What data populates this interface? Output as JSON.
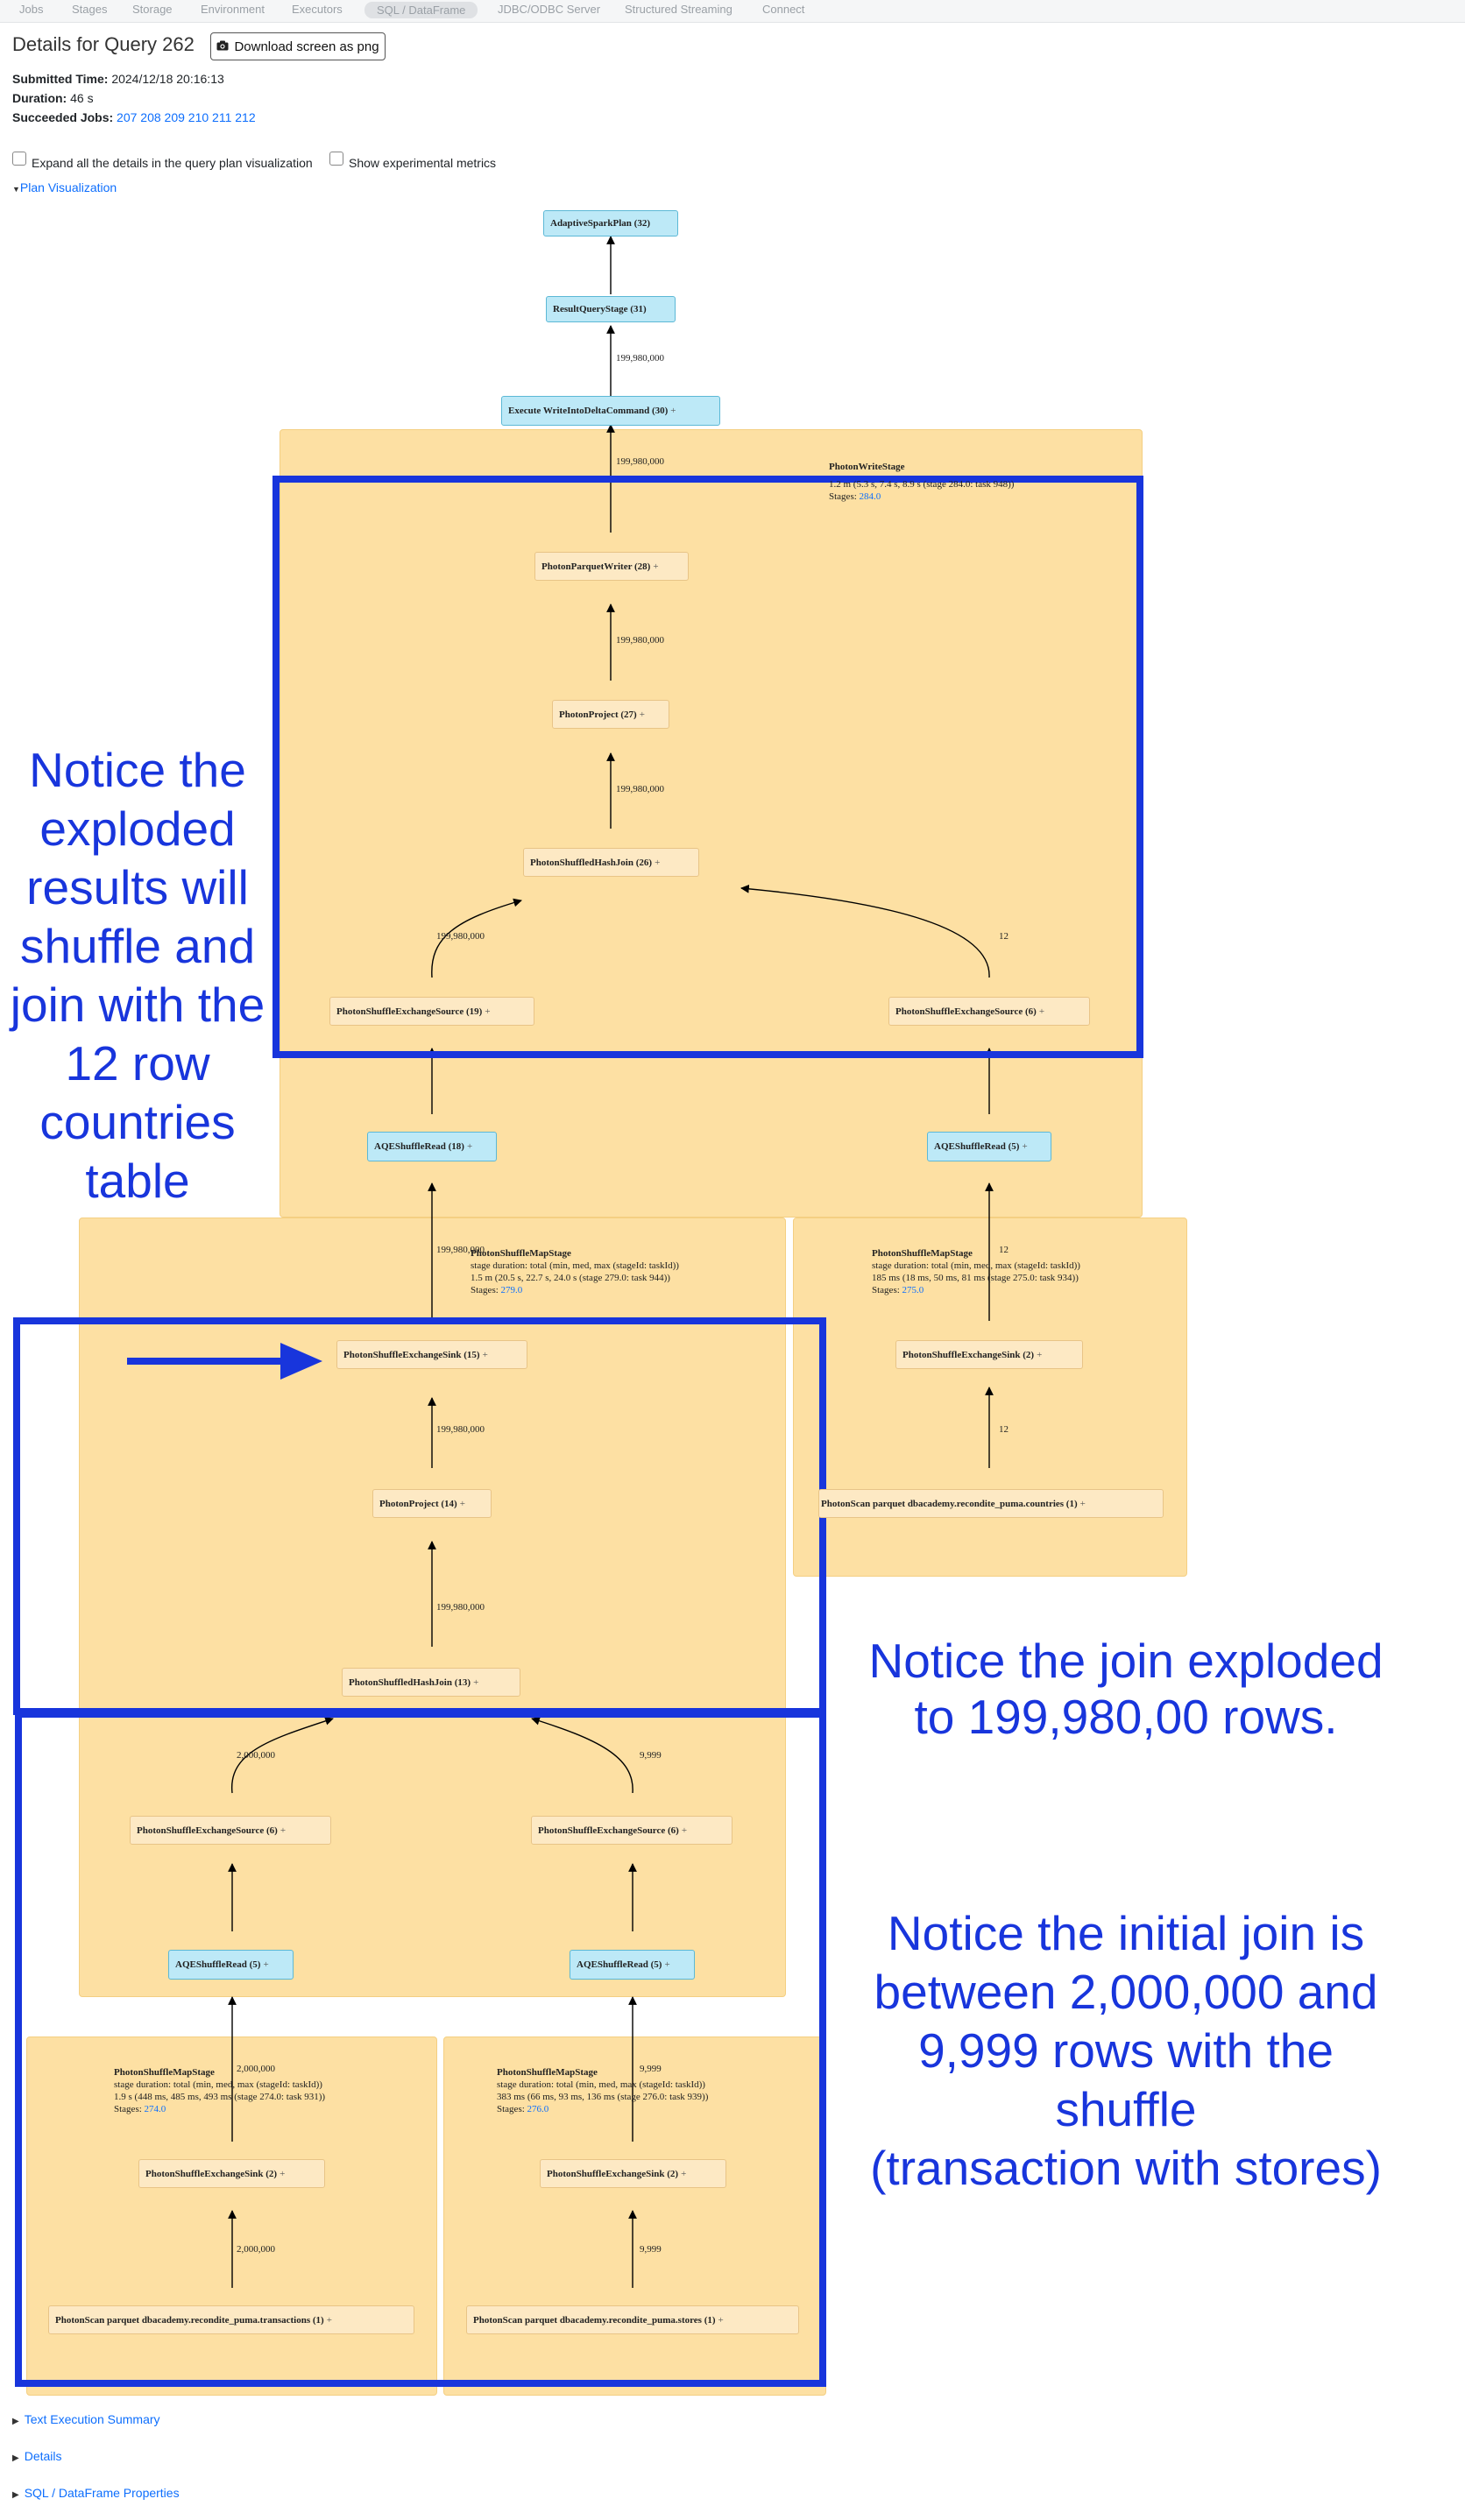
{
  "nav": {
    "tabs": [
      "Jobs",
      "Stages",
      "Storage",
      "Environment",
      "Executors",
      "SQL / DataFrame",
      "JDBC/ODBC Server",
      "Structured Streaming",
      "Connect"
    ],
    "active": "SQL / DataFrame"
  },
  "header": {
    "title": "Details for Query 262",
    "download_label": "Download screen as png"
  },
  "summary": {
    "submitted_label": "Submitted Time:",
    "submitted_value": "2024/12/18 20:16:13",
    "duration_label": "Duration:",
    "duration_value": "46 s",
    "succeeded_label": "Succeeded Jobs:",
    "jobs": [
      "207",
      "208",
      "209",
      "210",
      "211",
      "212"
    ]
  },
  "options": {
    "expand_label": "Expand all the details in the query plan visualization",
    "experimental_label": "Show experimental metrics",
    "plan_viz_label": "Plan Visualization"
  },
  "plan": {
    "nodes": {
      "adaptive": "AdaptiveSparkPlan (32)",
      "result": "ResultQueryStage (31)",
      "execute": "Execute WriteIntoDeltaCommand (30)",
      "writer": "PhotonParquetWriter (28)",
      "project27": "PhotonProject (27)",
      "join26": "PhotonShuffledHashJoin (26)",
      "src19": "PhotonShuffleExchangeSource (19)",
      "src6a": "PhotonShuffleExchangeSource (6)",
      "aqe18": "AQEShuffleRead (18)",
      "aqe5a": "AQEShuffleRead (5)",
      "sink15": "PhotonShuffleExchangeSink (15)",
      "project14": "PhotonProject (14)",
      "join13": "PhotonShuffledHashJoin (13)",
      "sink2a": "PhotonShuffleExchangeSink (2)",
      "scanCountries": "PhotonScan parquet dbacademy.recondite_puma.countries (1)",
      "src6b": "PhotonShuffleExchangeSource (6)",
      "src6c": "PhotonShuffleExchangeSource (6)",
      "aqe5b": "AQEShuffleRead (5)",
      "aqe5c": "AQEShuffleRead (5)",
      "sink2b": "PhotonShuffleExchangeSink (2)",
      "sink2c": "PhotonShuffleExchangeSink (2)",
      "scanTx": "PhotonScan parquet dbacademy.recondite_puma.transactions (1)",
      "scanStores": "PhotonScan parquet dbacademy.recondite_puma.stores (1)"
    },
    "plus": "+",
    "edges": {
      "e1": "199,980,000",
      "e2": "199,980,000",
      "e3": "199,980,000",
      "e4": "199,980,000",
      "e5": "199,980,000",
      "e6": "12",
      "e7": "199,980,000",
      "e8": "12",
      "e9": "199,980,000",
      "e10": "12",
      "e11": "199,980,000",
      "e12": "2,000,000",
      "e13": "9,999",
      "e14": "2,000,000",
      "e15": "9,999",
      "e16": "2,000,000",
      "e17": "9,999"
    },
    "stages": {
      "write": {
        "title": "PhotonWriteStage",
        "line1": "1.2 m (5.3 s, 7.4 s, 8.9 s (stage 284.0: task 948))",
        "stages_label": "Stages:",
        "stage_id": "284.0"
      },
      "map1": {
        "title": "PhotonShuffleMapStage",
        "line1": "stage duration: total (min, med, max (stageId: taskId))",
        "line2": "1.5 m (20.5 s, 22.7 s, 24.0 s (stage 279.0: task 944))",
        "stages_label": "Stages:",
        "stage_id": "279.0"
      },
      "map2": {
        "title": "PhotonShuffleMapStage",
        "line1": "stage duration: total (min, med, max (stageId: taskId))",
        "line2": "185 ms (18 ms, 50 ms, 81 ms (stage 275.0: task 934))",
        "stages_label": "Stages:",
        "stage_id": "275.0"
      },
      "map3": {
        "title": "PhotonShuffleMapStage",
        "line1": "stage duration: total (min, med, max (stageId: taskId))",
        "line2": "1.9 s (448 ms, 485 ms, 493 ms (stage 274.0: task 931))",
        "stages_label": "Stages:",
        "stage_id": "274.0"
      },
      "map4": {
        "title": "PhotonShuffleMapStage",
        "line1": "stage duration: total (min, med, max (stageId: taskId))",
        "line2": "383 ms (66 ms, 93 ms, 136 ms (stage 276.0: task 939))",
        "stages_label": "Stages:",
        "stage_id": "276.0"
      }
    }
  },
  "annotations": {
    "left": [
      "Notice the",
      "exploded",
      "results will",
      "shuffle and",
      "join with the",
      "12 row",
      "countries",
      "table"
    ],
    "right1": [
      "Notice the join exploded",
      "to 199,980,00 rows."
    ],
    "right2": [
      "Notice the initial join is",
      "between 2,000,000 and",
      "9,999 rows with the",
      "shuffle",
      "(transaction with stores)"
    ]
  },
  "footer": {
    "text_exec": "Text Execution Summary",
    "details": "Details",
    "props": "SQL / DataFrame Properties"
  },
  "colors": {
    "annotation_blue": "#1835dc",
    "cluster_fill": "#fde0a3",
    "blue_node": "#bde9f7",
    "link": "#0d6efd"
  }
}
